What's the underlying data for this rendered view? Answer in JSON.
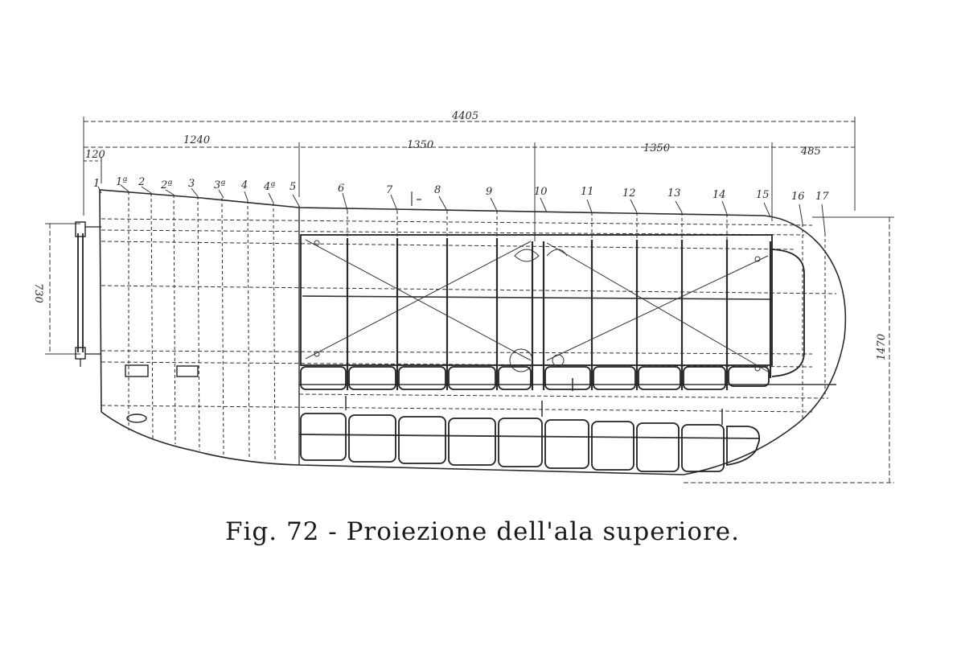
{
  "figure": {
    "caption": "Fig. 72 - Proiezione dell'ala superiore."
  },
  "dimensions": {
    "overall_span": "4405",
    "root_section": "1240",
    "center_bay": "1350",
    "outer_bay": "1350",
    "tip_section": "485",
    "root_stub": "120",
    "strut_height": "730",
    "chord": "1470"
  },
  "rib_labels": [
    "1",
    "1ª",
    "2",
    "2ª",
    "3",
    "3ª",
    "4",
    "4ª",
    "5",
    "6",
    "7",
    "8",
    "9",
    "10",
    "11",
    "12",
    "13",
    "14",
    "15",
    "16",
    "17"
  ],
  "colors": {
    "ink": "#2a2a2a",
    "paper": "#ffffff"
  }
}
